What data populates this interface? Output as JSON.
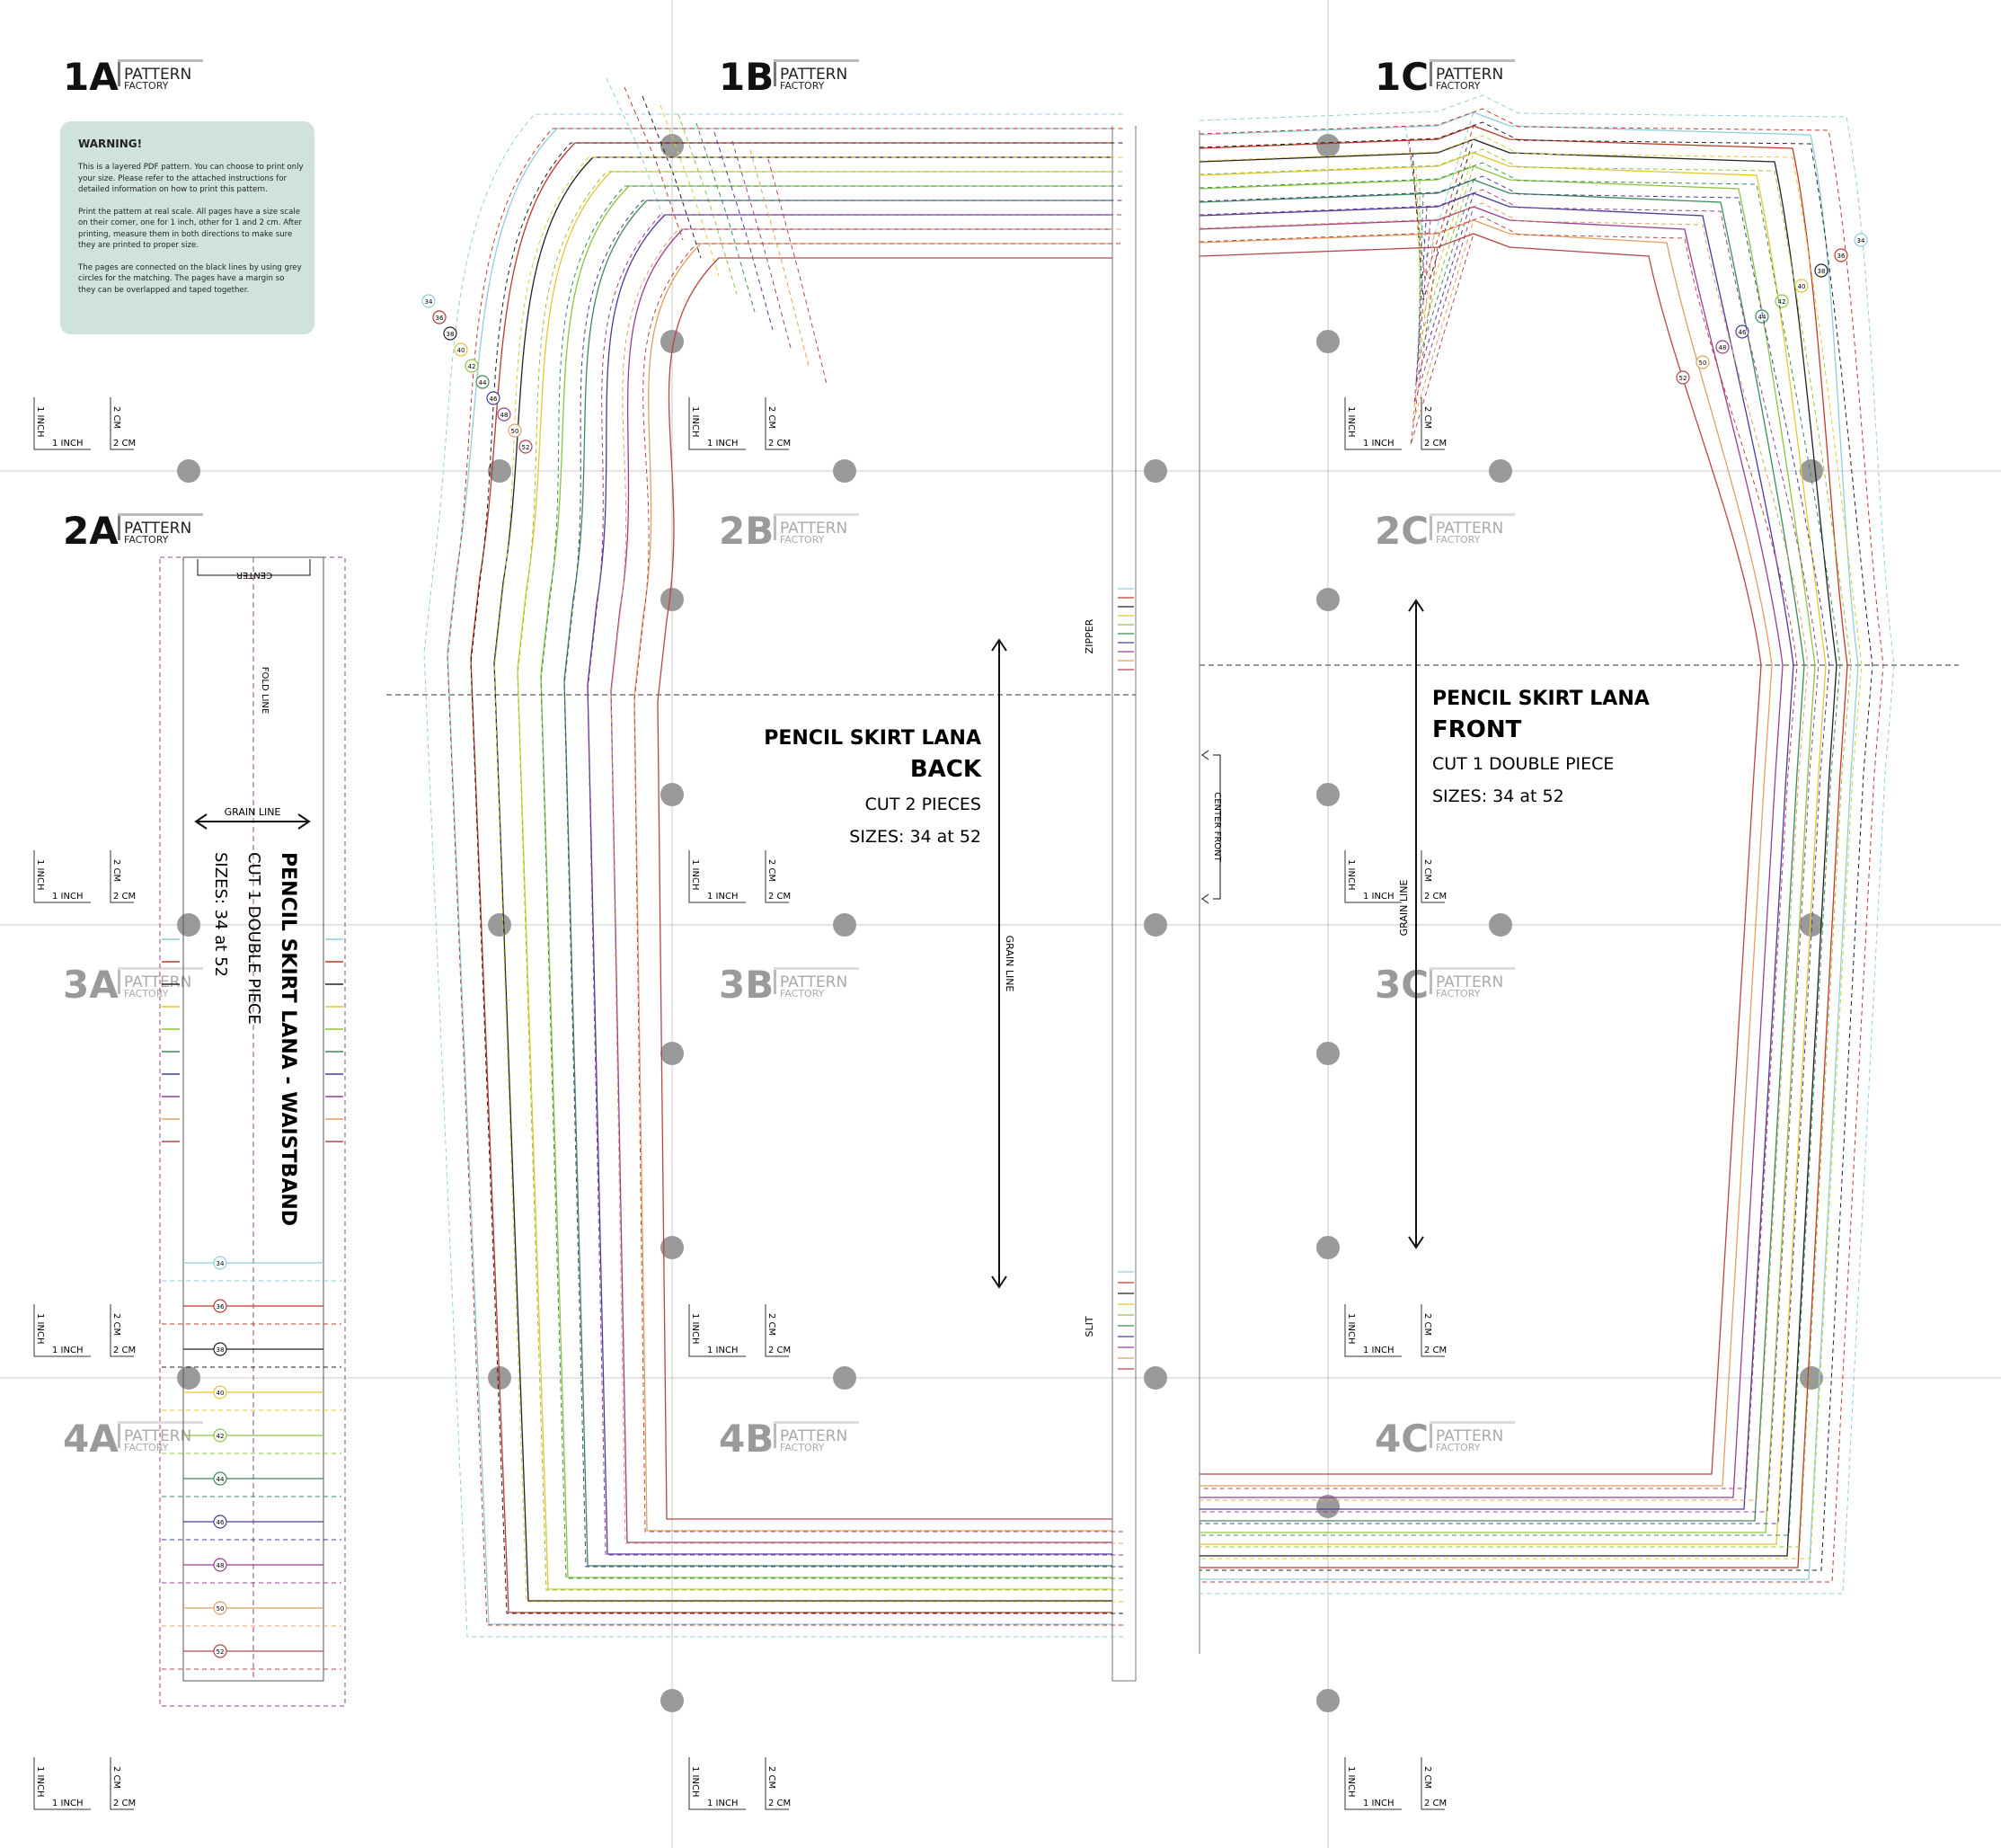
{
  "brand": {
    "line1": "PATTERN",
    "line2": "FACTORY"
  },
  "tiles": {
    "rows": [
      "1",
      "2",
      "3",
      "4"
    ],
    "cols": [
      "A",
      "B",
      "C"
    ]
  },
  "warning": {
    "title": "WARNING!",
    "paragraphs": [
      "This is a layered PDF pattern. You can choose to print only your size. Please refer to the attached instructions for detailed information on how to print this pattern.",
      "Print the pattern at real scale. All pages have a size scale on their corner, one for 1 inch, other for 1 and 2 cm. After printing, measure them in both directions to make sure they are printed to proper size.",
      "The pages are connected on the black lines by using grey circles for the matching. The pages have a margin so they can be overlapped and taped together."
    ]
  },
  "scale": {
    "inch_v": "1 INCH",
    "inch_h": "1 INCH",
    "cm_v": "2 CM",
    "cm_h": "2 CM"
  },
  "sizes": [
    "34",
    "36",
    "38",
    "40",
    "42",
    "44",
    "46",
    "48",
    "50",
    "52"
  ],
  "size_colors": [
    "#8ecfdc",
    "#c0392b",
    "#222222",
    "#e3c72f",
    "#8cc63f",
    "#3b8c5a",
    "#4b3b9a",
    "#9b3f8f",
    "#e0a060",
    "#b5474a"
  ],
  "waistband": {
    "title": "PENCIL SKIRT LANA - WAISTBAND",
    "cut": "CUT 1 DOUBLE PIECE",
    "sizes": "SIZES: 34 at 52",
    "center": "CENTER",
    "fold": "FOLD LINE",
    "grain": "GRAIN LINE"
  },
  "back": {
    "title": "PENCIL SKIRT LANA",
    "sub": "BACK",
    "cut": "CUT 2 PIECES",
    "sizes": "SIZES: 34 at 52",
    "grain": "GRAIN LINE",
    "zipper": "ZIPPER",
    "slit": "SLIT"
  },
  "front": {
    "title": "PENCIL SKIRT LANA",
    "sub": "FRONT",
    "cut": "CUT 1 DOUBLE PIECE",
    "sizes": "SIZES: 34 at 52",
    "grain": "GRAIN LINE",
    "center": "CENTER FRONT"
  }
}
